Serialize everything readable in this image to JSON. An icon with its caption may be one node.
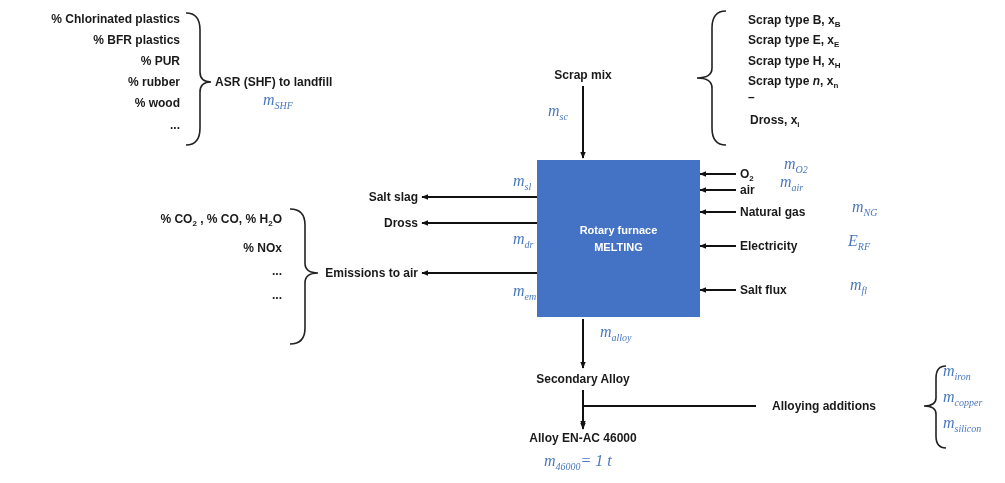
{
  "diagram": {
    "nodes": [
      {
        "text": [
          "Scrap mix"
        ]
      },
      {
        "text": [
          "Rotary furnace MELTING"
        ]
      },
      {
        "text": [
          "O$_{2}$"
        ],
        "beside": [
          "m$_{O2}$"
        ]
      },
      {
        "text": [
          "air"
        ],
        "beside": [
          "m$_{air}$"
        ]
      },
      {
        "text": [
          "Natural gas"
        ],
        "beside": [
          "m$_{NG}$"
        ]
      },
      {
        "text": [
          "Electricity"
        ],
        "beside": [
          "E$_{RF}$"
        ]
      },
      {
        "text": [
          "Salt flux"
        ],
        "beside": [
          "m$_{fl}$"
        ]
      },
      {
        "text": [
          "Salt slag"
        ]
      },
      {
        "text": [
          "Dross"
        ]
      },
      {
        "text": [
          "Emissions to air"
        ]
      },
      {
        "text": [
          "Secondary Alloy"
        ]
      },
      {
        "text": [
          "Alloy EN-AC 46000"
        ],
        "beside": [
          "m$_{46000}$= 1 t"
        ]
      },
      {
        "text": [
          "Alloying additions"
        ]
      }
    ],
    "edges": [
      {
        "from": 0,
        "to": 1,
        "arrow": "to",
        "label": "m$_{sc}$"
      },
      {
        "from": 2,
        "to": 1,
        "arrow": "to"
      },
      {
        "from": 3,
        "to": 1,
        "arrow": "to"
      },
      {
        "from": 4,
        "to": 1,
        "arrow": "to"
      },
      {
        "from": 5,
        "to": 1,
        "arrow": "to"
      },
      {
        "from": 6,
        "to": 1,
        "arrow": "to"
      },
      {
        "from": 1,
        "to": 7,
        "arrow": "to",
        "label": "m$_{sl}$"
      },
      {
        "from": 1,
        "to": 8,
        "arrow": "to",
        "label": "m$_{dr}$"
      },
      {
        "from": 1,
        "to": 9,
        "arrow": "to",
        "label": "m$_{em}$"
      },
      {
        "from": 1,
        "to": 10,
        "arrow": "to",
        "label": "m$_{alloy}$"
      },
      {
        "from": 10,
        "to": 11,
        "arrow": "to"
      },
      {
        "from": 12,
        "to": 11,
        "arrow": "to"
      }
    ],
    "labels": [
      "% Chlorinated plastics",
      "% BFR plastics",
      "% PUR",
      "% rubber",
      "% wood",
      "...",
      "ASR (SHF) to landfill",
      "m$_{SHF}$",
      "Scrap type B, x$_{B}$",
      "Scrap type E, x$_{E}$",
      "Scrap type H, x$_{H}$",
      "Scrap type *n*, x$_{n}$",
      "–",
      "Dross, x$_{i}$",
      "% CO$_{2}$ , % CO, % H$_{2}$O",
      "% NOx",
      "...",
      "...",
      "m$_{iron}$",
      "m$_{copper}$",
      "m$_{silicon}$"
    ]
  }
}
